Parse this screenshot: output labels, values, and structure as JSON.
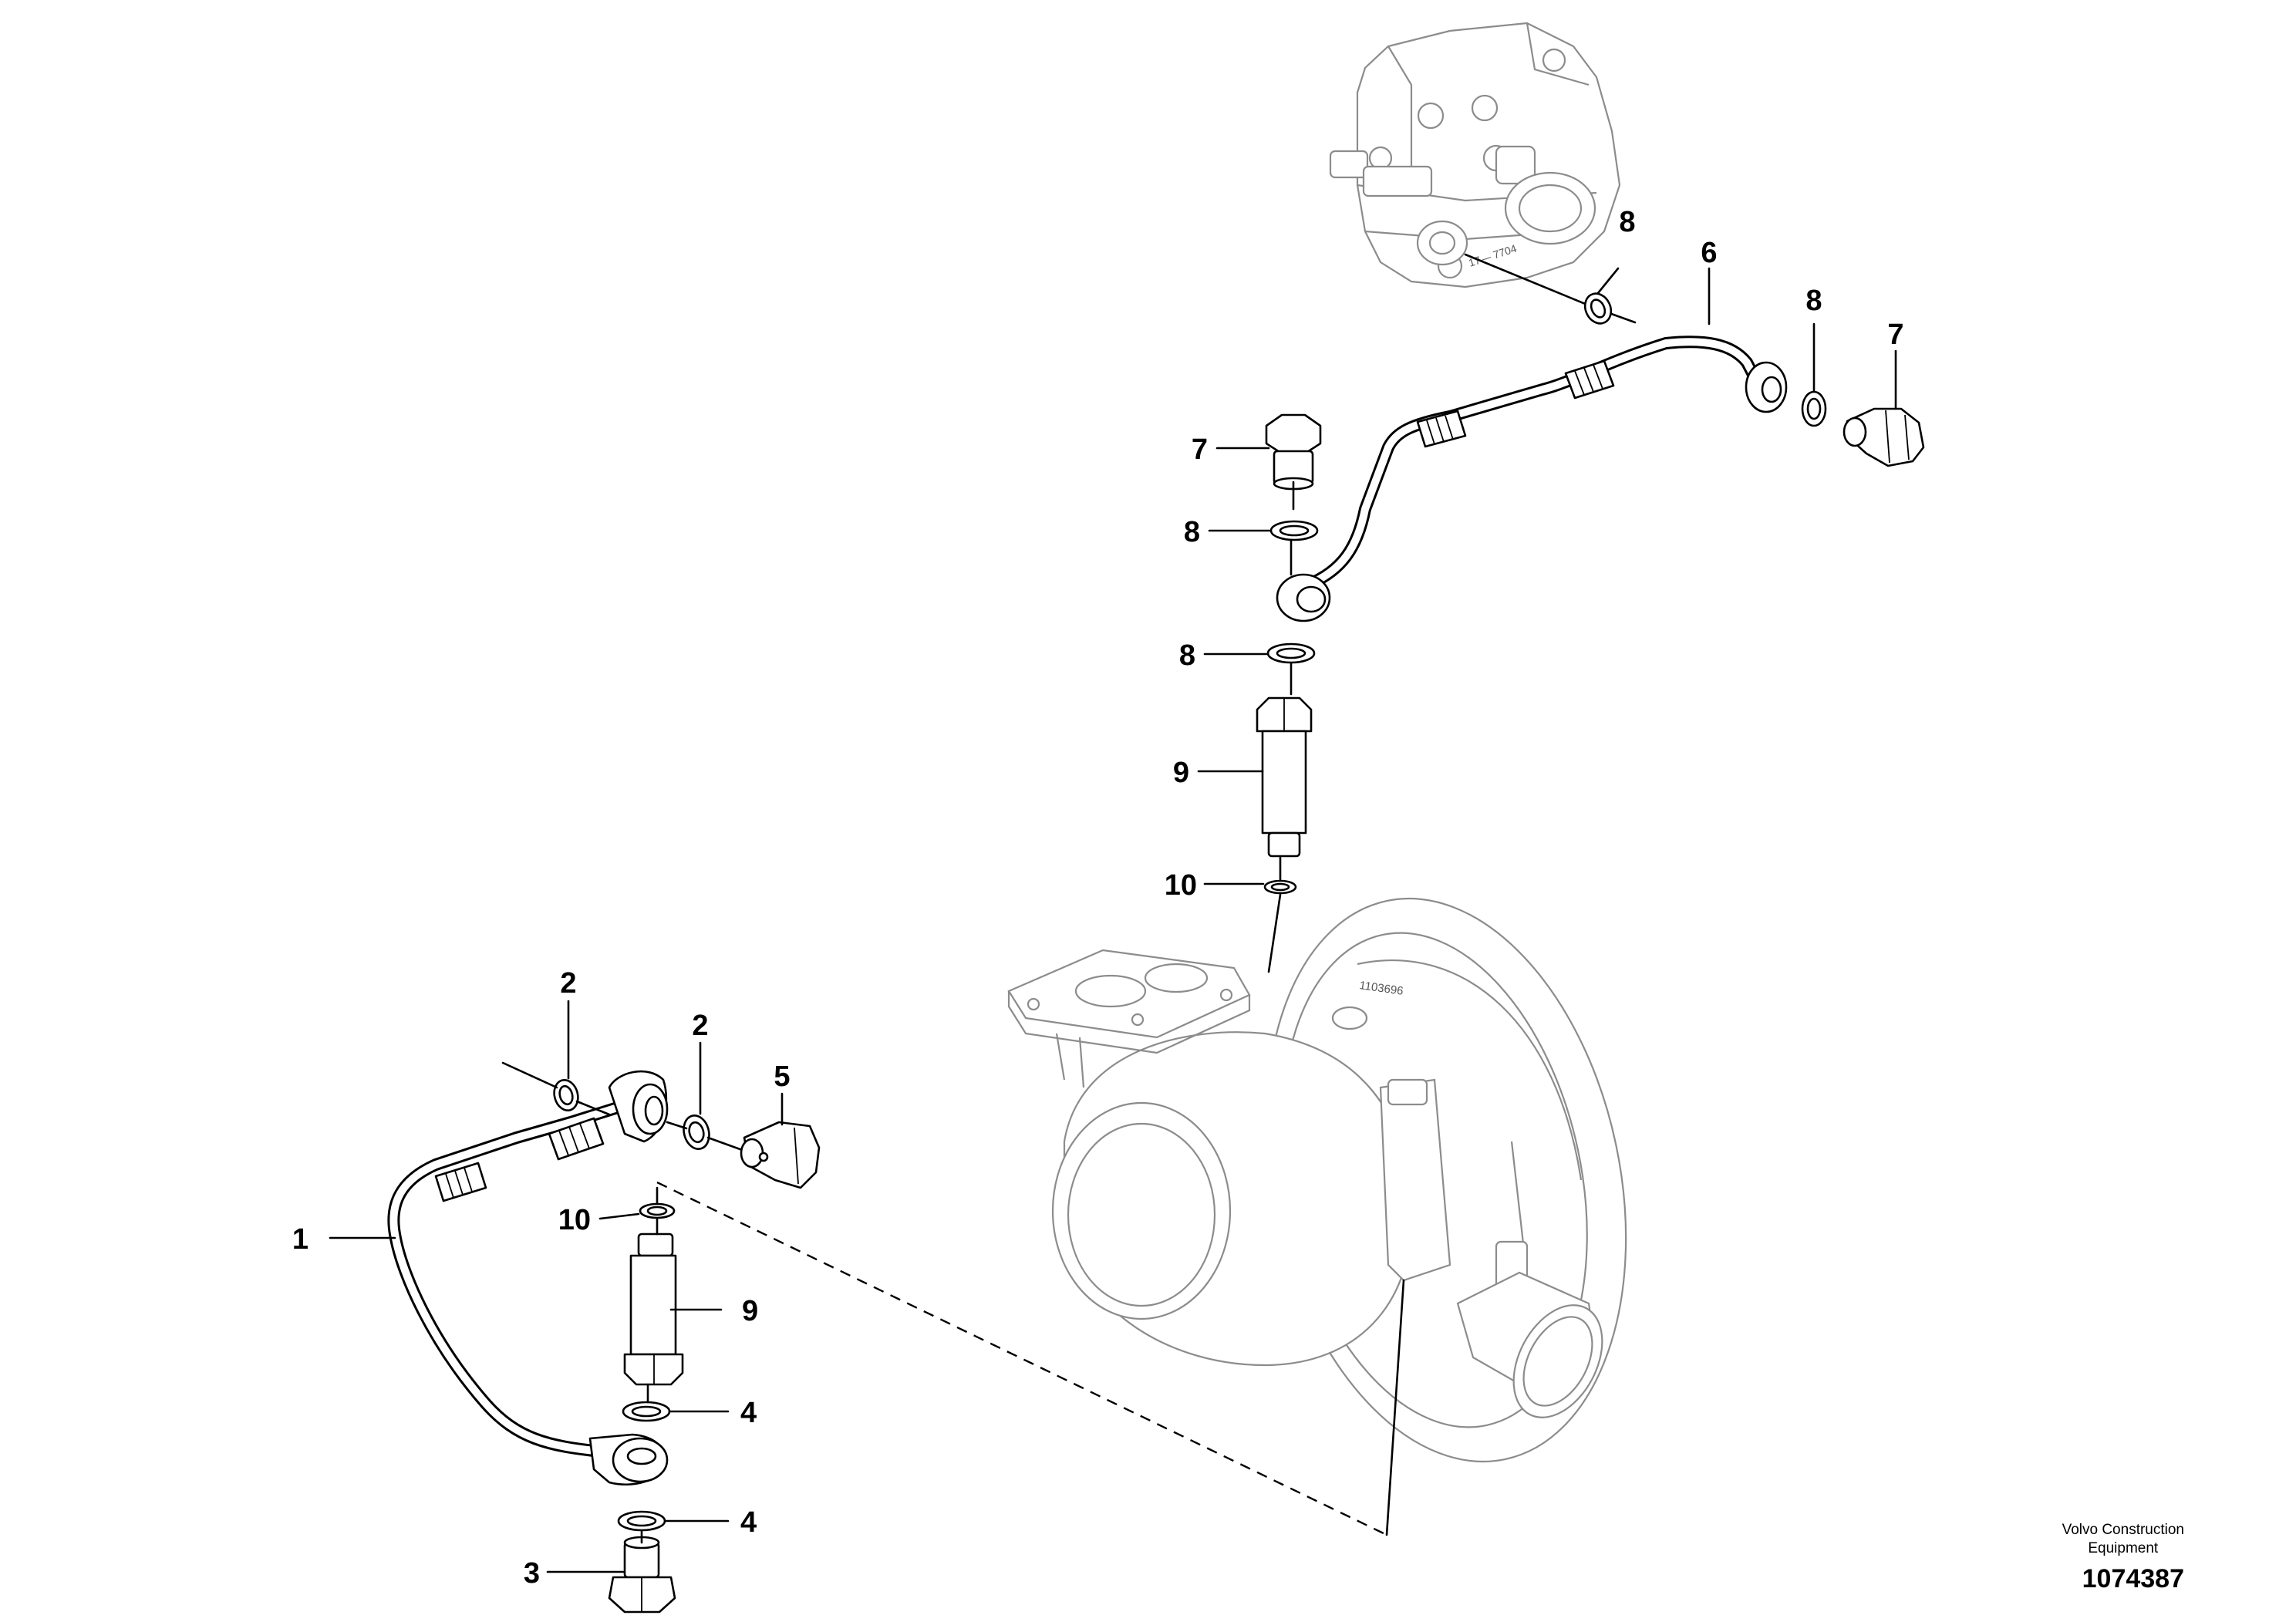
{
  "callouts": {
    "c1": "1",
    "c2a": "2",
    "c2b": "2",
    "c3": "3",
    "c4a": "4",
    "c4b": "4",
    "c5": "5",
    "c6": "6",
    "c7a": "7",
    "c7b": "7",
    "c8a": "8",
    "c8b": "8",
    "c8c": "8",
    "c8d": "8",
    "c9a": "9",
    "c9b": "9",
    "c10a": "10",
    "c10b": "10"
  },
  "stamps": {
    "pump_marking": "17— 7704",
    "turbo_marking": "1103696"
  },
  "footer": {
    "brand_line1": "Volvo Construction",
    "brand_line2": "Equipment",
    "figure_number": "1074387"
  }
}
